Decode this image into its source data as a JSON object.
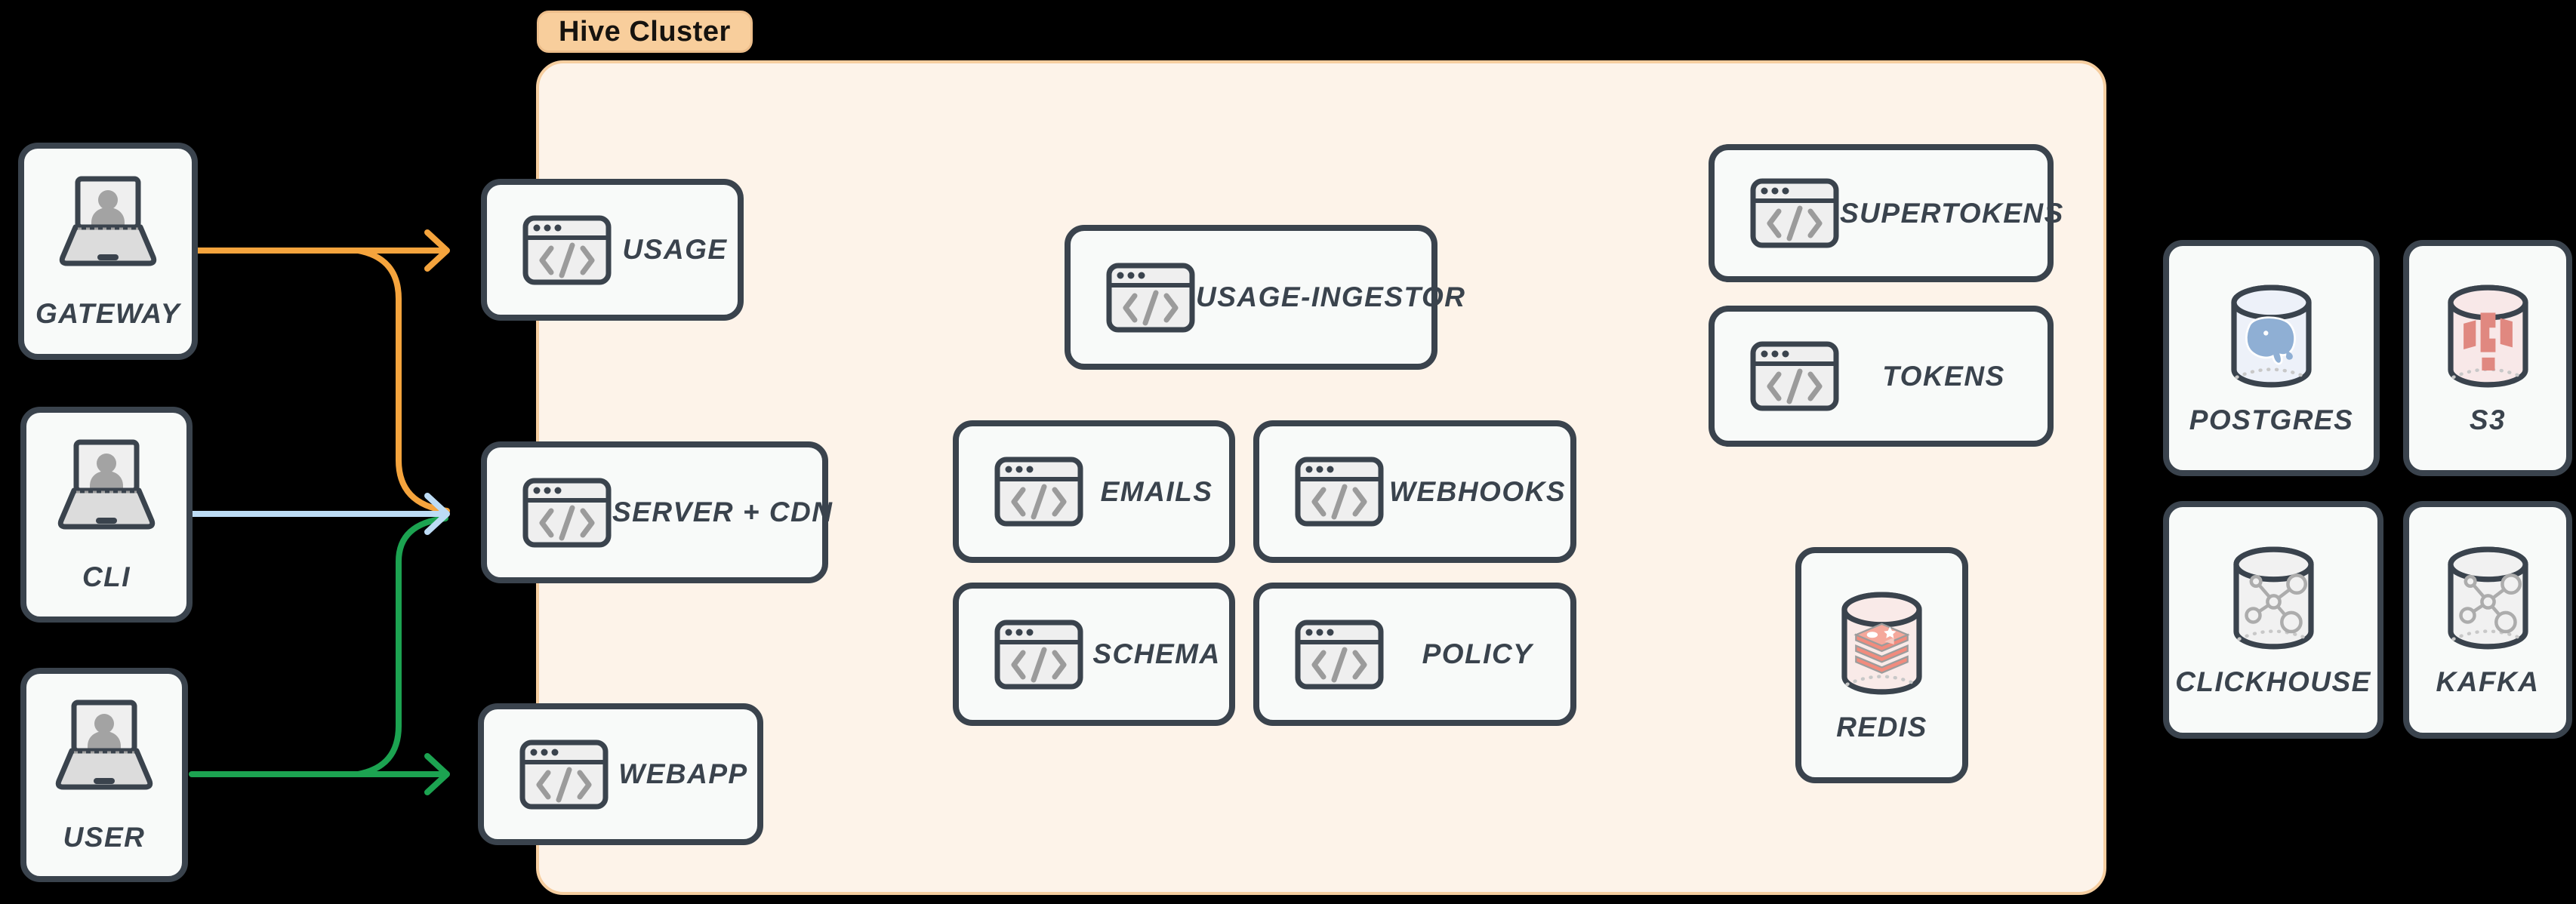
{
  "title_pill": {
    "label": "Hive Cluster"
  },
  "colors": {
    "outline_dark": "#3A434D",
    "node_fill": "#F8FAF9",
    "cluster_fill": "#FDF3E9",
    "cluster_border": "#F6CEA0",
    "pill_fill": "#F8CE9C",
    "arrow_orange": "#F5A43D",
    "arrow_blue": "#BDDCF5",
    "arrow_green": "#1CA351",
    "postgres_logo": "#8FAFD4",
    "s3_logo": "#E08880",
    "redis_logo": "#F18B7D",
    "redis_logo_top": "#F5A89B",
    "molecule": "#ACACAC"
  },
  "clients": [
    {
      "label": "GATEWAY"
    },
    {
      "label": "CLI"
    },
    {
      "label": "USER"
    }
  ],
  "services": [
    {
      "label": "USAGE"
    },
    {
      "label": "SERVER + CDN"
    },
    {
      "label": "WEBAPP"
    },
    {
      "label": "USAGE-INGESTOR"
    },
    {
      "label": "EMAILS"
    },
    {
      "label": "WEBHOOKS"
    },
    {
      "label": "SCHEMA"
    },
    {
      "label": "POLICY"
    },
    {
      "label": "SUPERTOKENS"
    },
    {
      "label": "TOKENS"
    }
  ],
  "cache": {
    "label": "REDIS"
  },
  "databases": [
    {
      "label": "POSTGRES"
    },
    {
      "label": "S3"
    },
    {
      "label": "CLICKHOUSE"
    },
    {
      "label": "KAFKA"
    }
  ],
  "edges": [
    {
      "from": "GATEWAY",
      "to": "USAGE",
      "color": "#F5A43D"
    },
    {
      "from": "GATEWAY",
      "to": "SERVER + CDN",
      "color": "#F5A43D"
    },
    {
      "from": "CLI",
      "to": "SERVER + CDN",
      "color": "#BDDCF5"
    },
    {
      "from": "USER",
      "to": "WEBAPP",
      "color": "#1CA351"
    },
    {
      "from": "USER",
      "to": "SERVER + CDN",
      "color": "#1CA351"
    }
  ]
}
